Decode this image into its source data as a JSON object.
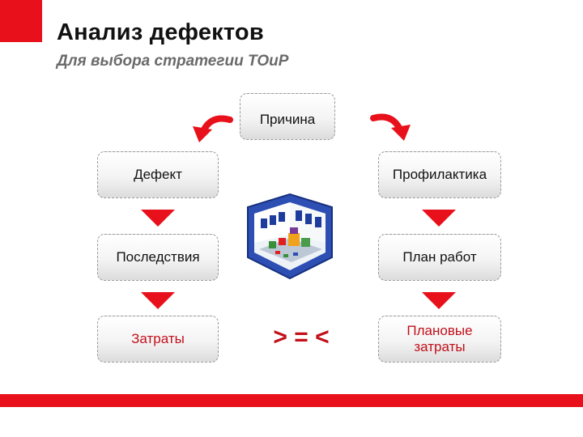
{
  "header": {
    "title": "Анализ дефектов",
    "subtitle": "Для выбора стратегии ТОиР"
  },
  "diagram": {
    "top_box": "Причина",
    "left_column": [
      "Дефект",
      "Последствия",
      "Затраты"
    ],
    "right_column": [
      "Профилактика",
      "План работ",
      "Плановые затраты"
    ],
    "comparison": "> = <"
  },
  "colors": {
    "accent_red": "#e8101a",
    "text_red": "#c2101a",
    "box_border": "#9a9a9a"
  },
  "icons": {
    "center_illustration": "factory-building-icon"
  }
}
